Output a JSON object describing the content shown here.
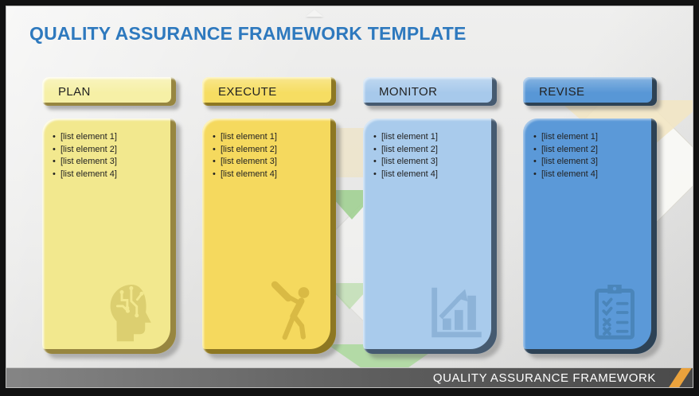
{
  "title": "QUALITY ASSURANCE FRAMEWORK TEMPLATE",
  "decor": {
    "bullet": "•"
  },
  "columns": [
    {
      "key": "plan",
      "header": "PLAN",
      "items": [
        "[list element 1]",
        "[list element 2]",
        "[list element 3]",
        "[list element 4]"
      ],
      "icon": "ai-head-circuit-icon",
      "colors": {
        "header": "#f6f0a6",
        "body": "#f2e88e",
        "edge": "#978640",
        "icon": "#dccf70"
      }
    },
    {
      "key": "execute",
      "header": "EXECUTE",
      "items": [
        "[list element 1]",
        "[list element 2]",
        "[list element 3]",
        "[list element 4]"
      ],
      "icon": "baseball-batter-icon",
      "colors": {
        "header": "#f6dd62",
        "body": "#f5d95e",
        "edge": "#8d7722",
        "icon": "#d9ba44"
      }
    },
    {
      "key": "monitor",
      "header": "MONITOR",
      "items": [
        "[list element 1]",
        "[list element 2]",
        "[list element 3]",
        "[list element 4]"
      ],
      "icon": "bar-chart-growth-icon",
      "colors": {
        "header": "#a7c9eb",
        "body": "#a9cbec",
        "edge": "#455a70",
        "icon": "#8db3d8"
      }
    },
    {
      "key": "revise",
      "header": "REVISE",
      "items": [
        "[list element 1]",
        "[list element 2]",
        "[list element 3]",
        "[list element 4]"
      ],
      "icon": "clipboard-checklist-icon",
      "colors": {
        "header": "#5897d6",
        "body": "#5b99d8",
        "edge": "#2d4255",
        "icon": "#4a85ba"
      }
    }
  ],
  "footer": {
    "label": "QUALITY ASSURANCE FRAMEWORK",
    "accent_color": "#eaa23c",
    "text_color": "#ffffff"
  },
  "colors": {
    "title": "#2e79be",
    "footer_bar_left": "#858585",
    "footer_bar_right": "#4a4a4a"
  }
}
